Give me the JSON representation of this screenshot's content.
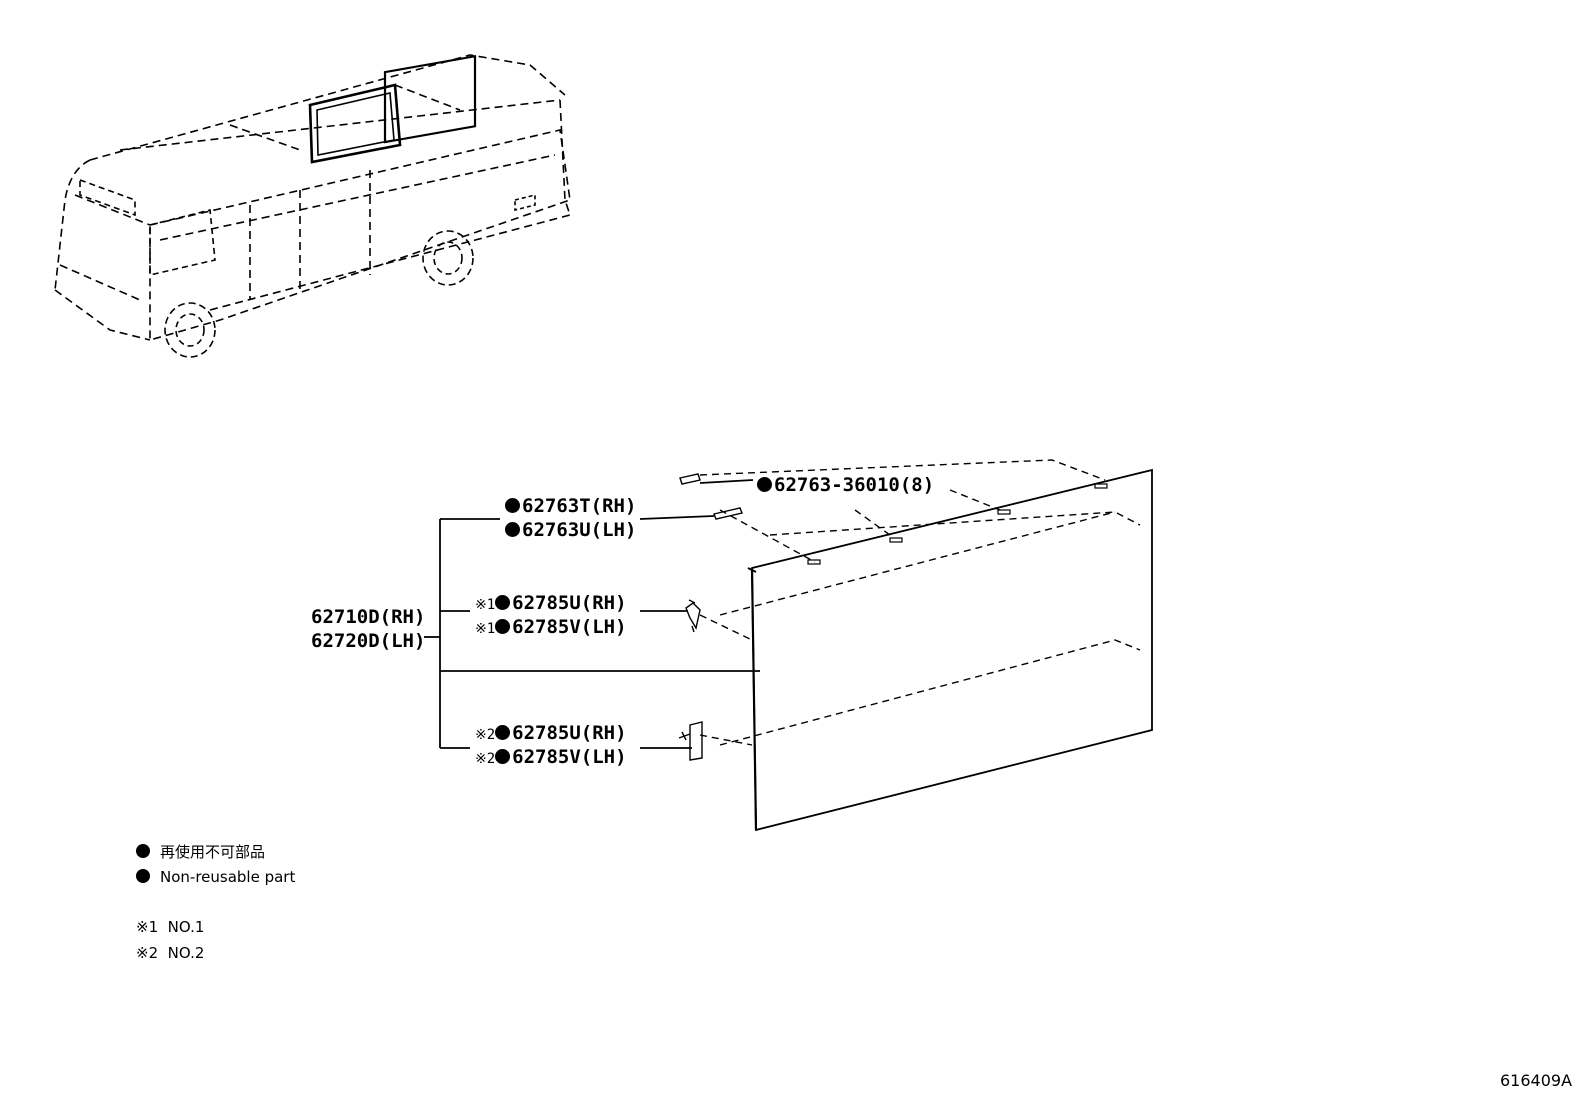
{
  "parts": {
    "clip_main": {
      "part": "62763-36010(8)"
    },
    "clip_rh": {
      "part": "62763T(RH)"
    },
    "clip_lh": {
      "part": "62763U(LH)"
    },
    "panel_rh": {
      "part": "62710D(RH)"
    },
    "panel_lh": {
      "part": "62720D(LH)"
    },
    "fastener1_rh": {
      "ref": "※1",
      "part": "62785U(RH)"
    },
    "fastener1_lh": {
      "ref": "※1",
      "part": "62785V(LH)"
    },
    "fastener2_rh": {
      "ref": "※2",
      "part": "62785U(RH)"
    },
    "fastener2_lh": {
      "ref": "※2",
      "part": "62785V(LH)"
    }
  },
  "legend": {
    "non_reusable_jp": "再使用不可部品",
    "non_reusable_en": "Non-reusable part",
    "note1_mark": "※1",
    "note1_text": "NO.1",
    "note2_mark": "※2",
    "note2_text": "NO.2"
  },
  "figure_id": "616409A"
}
